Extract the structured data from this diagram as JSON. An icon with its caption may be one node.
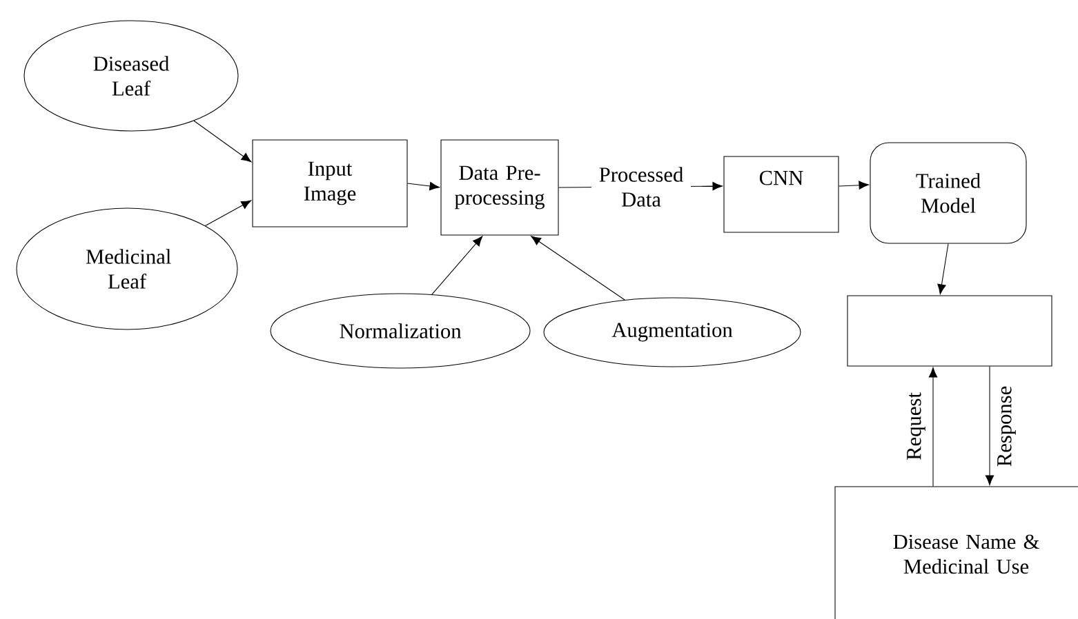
{
  "diagram": {
    "nodes": [
      {
        "text": [
          "Diseased Leaf"
        ]
      },
      {
        "text": [
          "Medicinal Leaf"
        ]
      },
      {
        "text": [
          "Input Image"
        ]
      },
      {
        "text": [
          "Data Pre-processing"
        ]
      },
      {
        "text": [
          "Normalization"
        ]
      },
      {
        "text": [
          "Augmentation"
        ]
      },
      {
        "text": [
          "CNN"
        ]
      },
      {
        "text": [
          "Trained Model"
        ]
      },
      {
        "text": [],
        "shape": "box"
      },
      {
        "text": [
          "Disease Name & Medicinal Use"
        ]
      }
    ],
    "edges": [
      {
        "from": 0,
        "to": 2,
        "arrow": "to"
      },
      {
        "from": 1,
        "to": 2,
        "arrow": "to"
      },
      {
        "from": 2,
        "to": 3,
        "arrow": "to"
      },
      {
        "from": 3,
        "to": 6,
        "arrow": "to",
        "label": "Processed Data"
      },
      {
        "from": 4,
        "to": 3,
        "arrow": "to"
      },
      {
        "from": 5,
        "to": 3,
        "arrow": "to"
      },
      {
        "from": 6,
        "to": 7,
        "arrow": "to"
      },
      {
        "from": 7,
        "to": 8,
        "arrow": "to"
      },
      {
        "from": 9,
        "to": 8,
        "arrow": "to",
        "label": "Request"
      },
      {
        "from": 8,
        "to": 9,
        "arrow": "to",
        "label": "Response"
      }
    ]
  }
}
